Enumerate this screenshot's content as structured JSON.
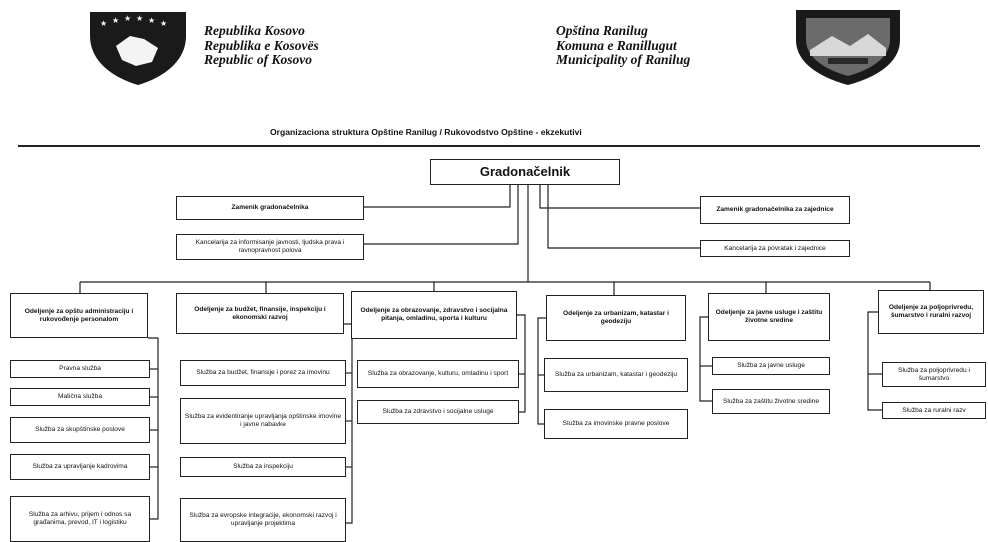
{
  "header": {
    "left_lines": [
      "Republika Kosovo",
      "Republika e Kosovës",
      "Republic of Kosovo"
    ],
    "right_lines": [
      "Opština Ranilug",
      "Komuna e Ranillugut",
      "Municipality of Ranilug"
    ],
    "left_emblem": "kosovo-coat-of-arms",
    "right_emblem": "ranilug-municipality-crest"
  },
  "chart_title": "Organizaciona struktura Opštine Ranilug / Rukovodstvo Opštine - ekzekutivi",
  "top": {
    "mayor": "Gradonačelnik",
    "deputy_mayor": "Zamenik gradonačelnika",
    "deputy_communities": "Zamenik gradonačelnika za zajednice",
    "office_info": "Kancelarija za informisanje javnosti, ljudska prava i ravnopravnost polova",
    "office_return": "Kancelarija za povratak i zajednice"
  },
  "departments": [
    {
      "name": "Odeljenje za opštu administraciju i rukovođenje personalom",
      "services": [
        "Pravna služba",
        "Matična služba",
        "Služba za skupštinske poslove",
        "Služba za upravljanje kadrovima",
        "Služba za arhivu, prijem i odnos sa građanima, prevod, IT i logistiku"
      ]
    },
    {
      "name": "Odeljenje za budžet, finansije, inspekciju i ekonomski razvoj",
      "services": [
        "Služba za budžet, finansije i porez za imovinu",
        "Služba za evidentiranje upravljanja opštinske imovine i javne nabavke",
        "Služba za inspekciju",
        "Služba za evropske integracije, ekonomski razvoj i upravljanje projektima"
      ]
    },
    {
      "name": "Odeljenje za obrazovanje, zdravstvo i socijalna pitanja, omladinu, sporta i kulturu",
      "services": [
        "Služba za obrazovanje, kulturu, omladinu i sport",
        "Služba za zdravstvo i socijalne usluge"
      ]
    },
    {
      "name": "Odeljenje za urbanizam, katastar i geodeziju",
      "services": [
        "Služba za urbanizam, katastar i geodeziju",
        "Služba za imovinske pravne poslove"
      ]
    },
    {
      "name": "Odeljenje za javne usluge i zaštitu životne sredine",
      "services": [
        "Služba za javne usluge",
        "Služba za zaštitu životne sredine"
      ]
    },
    {
      "name": "Odeljenje za poljoprivredu, šumarstvo i ruralni razvoj",
      "services": [
        "Služba za poljoprivredu i šumarstvo",
        "Služba za ruralni razv"
      ]
    }
  ]
}
